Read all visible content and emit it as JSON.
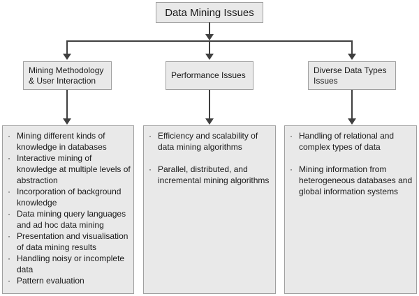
{
  "colors": {
    "background": "#ffffff",
    "box_fill": "#e9e9e9",
    "box_border": "#a0a0a0",
    "connector": "#3f3f3f",
    "text": "#1a1a1a"
  },
  "diagram": {
    "bullet": "·",
    "root": {
      "label": "Data Mining Issues"
    },
    "branches": [
      {
        "label": "Mining Methodology\n& User Interaction",
        "items": [
          "Mining different kinds of\nknowledge in databases",
          "Interactive mining of\nknowledge at multiple levels of\nabstraction",
          "Incorporation of background\nknowledge",
          "Data mining query languages\nand ad hoc data mining",
          "Presentation and visualisation\nof data mining results",
          "Handling noisy or incomplete\ndata",
          "Pattern evaluation"
        ]
      },
      {
        "label": "Performance Issues",
        "items": [
          "Efficiency and scalability of\ndata mining algorithms",
          "Parallel, distributed, and\nincremental mining algorithms"
        ]
      },
      {
        "label": "Diverse Data Types\nIssues",
        "items": [
          "Handling of relational and\ncomplex types of data",
          "Mining information from\nheterogeneous databases and\nglobal information systems"
        ]
      }
    ]
  }
}
